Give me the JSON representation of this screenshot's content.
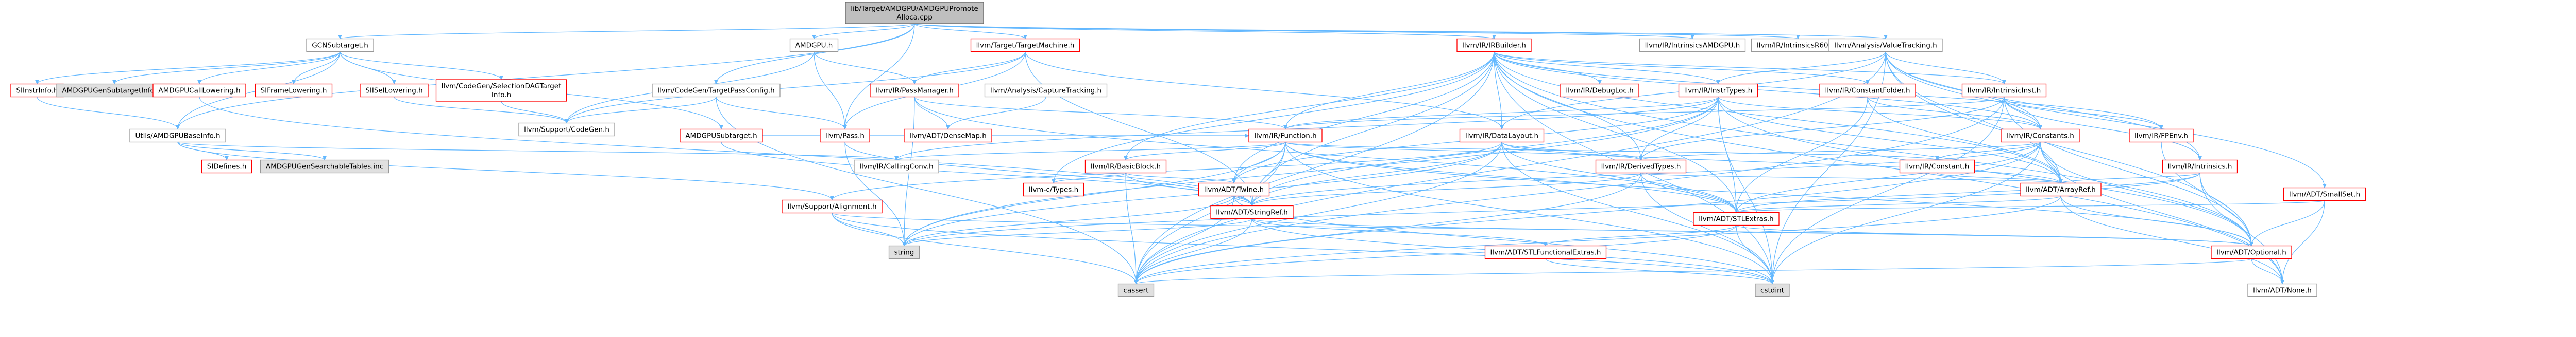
{
  "colors": {
    "edge": "#63b8ff",
    "root_fill": "#bfbfbf",
    "root_stroke": "#666666",
    "grey_fill": "#e0e0e0",
    "grey_stroke": "#999999",
    "link_fill": "#ffffff",
    "red_stroke": "#ff0000",
    "grey_node_stroke": "#999999",
    "text": "#000000"
  },
  "graph": {
    "nodes": [
      {
        "id": "root",
        "label": [
          "lib/Target/AMDGPU/AMDGPUPromote",
          "Alloca.cpp"
        ],
        "kind": "root"
      },
      {
        "id": "gcn",
        "label": [
          "GCNSubtarget.h"
        ],
        "kind": "grey"
      },
      {
        "id": "amdgpuh",
        "label": [
          "AMDGPU.h"
        ],
        "kind": "grey"
      },
      {
        "id": "tm",
        "label": [
          "llvm/Target/TargetMachine.h"
        ],
        "kind": "red"
      },
      {
        "id": "cgtpc",
        "label": [
          "llvm/CodeGen/TargetPassConfig.h"
        ],
        "kind": "grey"
      },
      {
        "id": "irb",
        "label": [
          "llvm/IR/IRBuilder.h"
        ],
        "kind": "red"
      },
      {
        "id": "intr_amdgpu",
        "label": [
          "llvm/IR/IntrinsicsAMDGPU.h"
        ],
        "kind": "grey"
      },
      {
        "id": "intr_r600",
        "label": [
          "llvm/IR/IntrinsicsR600.h"
        ],
        "kind": "grey"
      },
      {
        "id": "vt",
        "label": [
          "llvm/Analysis/ValueTracking.h"
        ],
        "kind": "grey"
      },
      {
        "id": "sirinfo",
        "label": [
          "SIInstrInfo.h"
        ],
        "kind": "red"
      },
      {
        "id": "gensub",
        "label": [
          "AMDGPUGenSubtargetInfo.inc"
        ],
        "kind": "grey_node"
      },
      {
        "id": "calllow",
        "label": [
          "AMDGPUCallLowering.h"
        ],
        "kind": "red"
      },
      {
        "id": "sifl",
        "label": [
          "SIFrameLowering.h"
        ],
        "kind": "red"
      },
      {
        "id": "isel",
        "label": [
          "SIISelLowering.h"
        ],
        "kind": "red"
      },
      {
        "id": "cgsel",
        "label": [
          "llvm/CodeGen/SelectionDAGTarget",
          "Info.h"
        ],
        "kind": "red"
      },
      {
        "id": "passmgr",
        "label": [
          "llvm/IR/PassManager.h"
        ],
        "kind": "red"
      },
      {
        "id": "acapt",
        "label": [
          "llvm/Analysis/CaptureTracking.h"
        ],
        "kind": "grey"
      },
      {
        "id": "debugloc",
        "label": [
          "llvm/IR/DebugLoc.h"
        ],
        "kind": "red"
      },
      {
        "id": "insttypes",
        "label": [
          "llvm/IR/InstrTypes.h"
        ],
        "kind": "red"
      },
      {
        "id": "constfold",
        "label": [
          "llvm/IR/ConstantFolder.h"
        ],
        "kind": "red"
      },
      {
        "id": "intrinst",
        "label": [
          "llvm/IR/IntrinsicInst.h"
        ],
        "kind": "red"
      },
      {
        "id": "fpenv",
        "label": [
          "llvm/IR/FPEnv.h"
        ],
        "kind": "red"
      },
      {
        "id": "smallset",
        "label": [
          "llvm/ADT/SmallSet.h"
        ],
        "kind": "red"
      },
      {
        "id": "cgsupport",
        "label": [
          "llvm/Support/CodeGen.h"
        ],
        "kind": "grey"
      },
      {
        "id": "utilbase",
        "label": [
          "Utils/AMDGPUBaseInfo.h"
        ],
        "kind": "grey"
      },
      {
        "id": "amdsub",
        "label": [
          "AMDGPUSubtarget.h"
        ],
        "kind": "red"
      },
      {
        "id": "pass",
        "label": [
          "llvm/Pass.h"
        ],
        "kind": "red"
      },
      {
        "id": "densemap",
        "label": [
          "llvm/ADT/DenseMap.h"
        ],
        "kind": "red"
      },
      {
        "id": "function",
        "label": [
          "llvm/IR/Function.h"
        ],
        "kind": "red"
      },
      {
        "id": "datalayout",
        "label": [
          "llvm/IR/DataLayout.h"
        ],
        "kind": "red"
      },
      {
        "id": "constants",
        "label": [
          "llvm/IR/Constants.h"
        ],
        "kind": "red"
      },
      {
        "id": "intrinsics",
        "label": [
          "llvm/IR/Intrinsics.h"
        ],
        "kind": "red"
      },
      {
        "id": "sidefines",
        "label": [
          "SIDefines.h"
        ],
        "kind": "red"
      },
      {
        "id": "gensearch",
        "label": [
          "AMDGPUGenSearchableTables.inc"
        ],
        "kind": "grey_node"
      },
      {
        "id": "callconv",
        "label": [
          "llvm/IR/CallingConv.h"
        ],
        "kind": "grey"
      },
      {
        "id": "basicblock",
        "label": [
          "llvm/IR/BasicBlock.h"
        ],
        "kind": "red"
      },
      {
        "id": "derivedtypes",
        "label": [
          "llvm/IR/DerivedTypes.h"
        ],
        "kind": "red"
      },
      {
        "id": "constant",
        "label": [
          "llvm/IR/Constant.h"
        ],
        "kind": "red"
      },
      {
        "id": "ctypes",
        "label": [
          "llvm-c/Types.h"
        ],
        "kind": "red"
      },
      {
        "id": "twine",
        "label": [
          "llvm/ADT/Twine.h"
        ],
        "kind": "red"
      },
      {
        "id": "arrayref",
        "label": [
          "llvm/ADT/ArrayRef.h"
        ],
        "kind": "red"
      },
      {
        "id": "align",
        "label": [
          "llvm/Support/Alignment.h"
        ],
        "kind": "red"
      },
      {
        "id": "stringref",
        "label": [
          "llvm/ADT/StringRef.h"
        ],
        "kind": "red"
      },
      {
        "id": "stlextras",
        "label": [
          "llvm/ADT/STLExtras.h"
        ],
        "kind": "red"
      },
      {
        "id": "string",
        "label": [
          "string"
        ],
        "kind": "grey_node"
      },
      {
        "id": "stlfunc",
        "label": [
          "llvm/ADT/STLFunctionalExtras.h"
        ],
        "kind": "red"
      },
      {
        "id": "optional",
        "label": [
          "llvm/ADT/Optional.h"
        ],
        "kind": "red"
      },
      {
        "id": "cassert",
        "label": [
          "cassert"
        ],
        "kind": "grey_node"
      },
      {
        "id": "cstdint",
        "label": [
          "cstdint"
        ],
        "kind": "grey_node"
      },
      {
        "id": "none",
        "label": [
          "llvm/ADT/None.h"
        ],
        "kind": "grey"
      }
    ],
    "edges": [
      [
        "root",
        "gcn"
      ],
      [
        "root",
        "amdgpuh"
      ],
      [
        "root",
        "tm"
      ],
      [
        "root",
        "cgtpc"
      ],
      [
        "root",
        "irb"
      ],
      [
        "root",
        "intr_amdgpu"
      ],
      [
        "root",
        "intr_r600"
      ],
      [
        "root",
        "vt"
      ],
      [
        "root",
        "pass"
      ],
      [
        "root",
        "utilbase"
      ],
      [
        "gcn",
        "sirinfo"
      ],
      [
        "gcn",
        "gensub"
      ],
      [
        "gcn",
        "calllow"
      ],
      [
        "gcn",
        "sifl"
      ],
      [
        "gcn",
        "isel"
      ],
      [
        "gcn",
        "cgsel"
      ],
      [
        "gcn",
        "utilbase"
      ],
      [
        "gcn",
        "amdsub"
      ],
      [
        "sirinfo",
        "utilbase"
      ],
      [
        "isel",
        "cgsupport"
      ],
      [
        "cgsel",
        "cgsupport"
      ],
      [
        "calllow",
        "stringref"
      ],
      [
        "utilbase",
        "sidefines"
      ],
      [
        "utilbase",
        "gensearch"
      ],
      [
        "utilbase",
        "callconv"
      ],
      [
        "utilbase",
        "align"
      ],
      [
        "amdgpuh",
        "passmgr"
      ],
      [
        "amdgpuh",
        "pass"
      ],
      [
        "amdgpuh",
        "cgsupport"
      ],
      [
        "tm",
        "cgsupport"
      ],
      [
        "tm",
        "pass"
      ],
      [
        "tm",
        "passmgr"
      ],
      [
        "tm",
        "datalayout"
      ],
      [
        "tm",
        "stringref"
      ],
      [
        "cgtpc",
        "pass"
      ],
      [
        "cgtpc",
        "cgsupport"
      ],
      [
        "cgtpc",
        "cassert"
      ],
      [
        "amdsub",
        "stringref"
      ],
      [
        "amdsub",
        "function"
      ],
      [
        "passmgr",
        "function"
      ],
      [
        "passmgr",
        "densemap"
      ],
      [
        "passmgr",
        "stlextras"
      ],
      [
        "passmgr",
        "string"
      ],
      [
        "acapt",
        "densemap"
      ],
      [
        "pass",
        "stringref"
      ],
      [
        "pass",
        "string"
      ],
      [
        "irb",
        "debugloc"
      ],
      [
        "irb",
        "insttypes"
      ],
      [
        "irb",
        "constfold"
      ],
      [
        "irb",
        "intrinst"
      ],
      [
        "irb",
        "fpenv"
      ],
      [
        "irb",
        "function"
      ],
      [
        "irb",
        "datalayout"
      ],
      [
        "irb",
        "constants"
      ],
      [
        "irb",
        "basicblock"
      ],
      [
        "irb",
        "derivedtypes"
      ],
      [
        "irb",
        "twine"
      ],
      [
        "irb",
        "stringref"
      ],
      [
        "irb",
        "arrayref"
      ],
      [
        "irb",
        "ctypes"
      ],
      [
        "irb",
        "cassert"
      ],
      [
        "irb",
        "cstdint"
      ],
      [
        "irb",
        "optional"
      ],
      [
        "irb",
        "none"
      ],
      [
        "irb",
        "stlextras"
      ],
      [
        "insttypes",
        "function"
      ],
      [
        "insttypes",
        "arrayref"
      ],
      [
        "insttypes",
        "stlextras"
      ],
      [
        "insttypes",
        "derivedtypes"
      ],
      [
        "insttypes",
        "twine"
      ],
      [
        "insttypes",
        "stringref"
      ],
      [
        "insttypes",
        "callconv"
      ],
      [
        "insttypes",
        "optional"
      ],
      [
        "insttypes",
        "cstdint"
      ],
      [
        "insttypes",
        "string"
      ],
      [
        "insttypes",
        "constants"
      ],
      [
        "constfold",
        "constants"
      ],
      [
        "constfold",
        "stlextras"
      ],
      [
        "constfold",
        "arrayref"
      ],
      [
        "intrinst",
        "function"
      ],
      [
        "intrinst",
        "constants"
      ],
      [
        "intrinst",
        "derivedtypes"
      ],
      [
        "intrinst",
        "intrinsics"
      ],
      [
        "intrinst",
        "fpenv"
      ],
      [
        "intrinst",
        "cassert"
      ],
      [
        "intrinst",
        "cstdint"
      ],
      [
        "intrinst",
        "optional"
      ],
      [
        "fpenv",
        "optional"
      ],
      [
        "function",
        "callconv"
      ],
      [
        "function",
        "derivedtypes"
      ],
      [
        "function",
        "basicblock"
      ],
      [
        "function",
        "twine"
      ],
      [
        "function",
        "stringref"
      ],
      [
        "function",
        "optional"
      ],
      [
        "function",
        "cassert"
      ],
      [
        "function",
        "cstdint"
      ],
      [
        "function",
        "string"
      ],
      [
        "function",
        "stlextras"
      ],
      [
        "function",
        "constant"
      ],
      [
        "datalayout",
        "derivedtypes"
      ],
      [
        "datalayout",
        "arrayref"
      ],
      [
        "datalayout",
        "stlextras"
      ],
      [
        "datalayout",
        "stringref"
      ],
      [
        "datalayout",
        "align"
      ],
      [
        "datalayout",
        "cassert"
      ],
      [
        "datalayout",
        "cstdint"
      ],
      [
        "datalayout",
        "string"
      ],
      [
        "constants",
        "constant"
      ],
      [
        "constants",
        "derivedtypes"
      ],
      [
        "constants",
        "arrayref"
      ],
      [
        "constants",
        "stlextras"
      ],
      [
        "constants",
        "stringref"
      ],
      [
        "constants",
        "optional"
      ],
      [
        "constants",
        "cassert"
      ],
      [
        "constants",
        "cstdint"
      ],
      [
        "constants",
        "none"
      ],
      [
        "intrinsics",
        "arrayref"
      ],
      [
        "intrinsics",
        "stlextras"
      ],
      [
        "intrinsics",
        "optional"
      ],
      [
        "intrinsics",
        "none"
      ],
      [
        "intrinsics",
        "string"
      ],
      [
        "basicblock",
        "twine"
      ],
      [
        "basicblock",
        "ctypes"
      ],
      [
        "basicblock",
        "cassert"
      ],
      [
        "basicblock",
        "stringref"
      ],
      [
        "derivedtypes",
        "arrayref"
      ],
      [
        "derivedtypes",
        "stlextras"
      ],
      [
        "derivedtypes",
        "stringref"
      ],
      [
        "derivedtypes",
        "cassert"
      ],
      [
        "derivedtypes",
        "cstdint"
      ],
      [
        "constant",
        "arrayref"
      ],
      [
        "twine",
        "stringref"
      ],
      [
        "twine",
        "cassert"
      ],
      [
        "twine",
        "cstdint"
      ],
      [
        "twine",
        "string"
      ],
      [
        "arrayref",
        "stlextras"
      ],
      [
        "arrayref",
        "optional"
      ],
      [
        "arrayref",
        "cassert"
      ],
      [
        "arrayref",
        "none"
      ],
      [
        "align",
        "optional"
      ],
      [
        "align",
        "cassert"
      ],
      [
        "align",
        "cstdint"
      ],
      [
        "align",
        "string"
      ],
      [
        "stringref",
        "stlfunc"
      ],
      [
        "stringref",
        "cassert"
      ],
      [
        "stringref",
        "cstdint"
      ],
      [
        "stringref",
        "string"
      ],
      [
        "stringref",
        "optional"
      ],
      [
        "stlextras",
        "stlfunc"
      ],
      [
        "stlextras",
        "optional"
      ],
      [
        "stlextras",
        "cassert"
      ],
      [
        "stlextras",
        "cstdint"
      ],
      [
        "stlfunc",
        "cstdint"
      ],
      [
        "optional",
        "none"
      ],
      [
        "optional",
        "cassert"
      ],
      [
        "vt",
        "smallset"
      ],
      [
        "vt",
        "arrayref"
      ],
      [
        "vt",
        "intrinsics"
      ],
      [
        "vt",
        "intrinst"
      ],
      [
        "vt",
        "constants"
      ],
      [
        "vt",
        "datalayout"
      ],
      [
        "vt",
        "insttypes"
      ],
      [
        "vt",
        "optional"
      ],
      [
        "vt",
        "cassert"
      ],
      [
        "vt",
        "cstdint"
      ],
      [
        "smallset",
        "stlextras"
      ],
      [
        "smallset",
        "optional"
      ],
      [
        "smallset",
        "none"
      ]
    ]
  }
}
